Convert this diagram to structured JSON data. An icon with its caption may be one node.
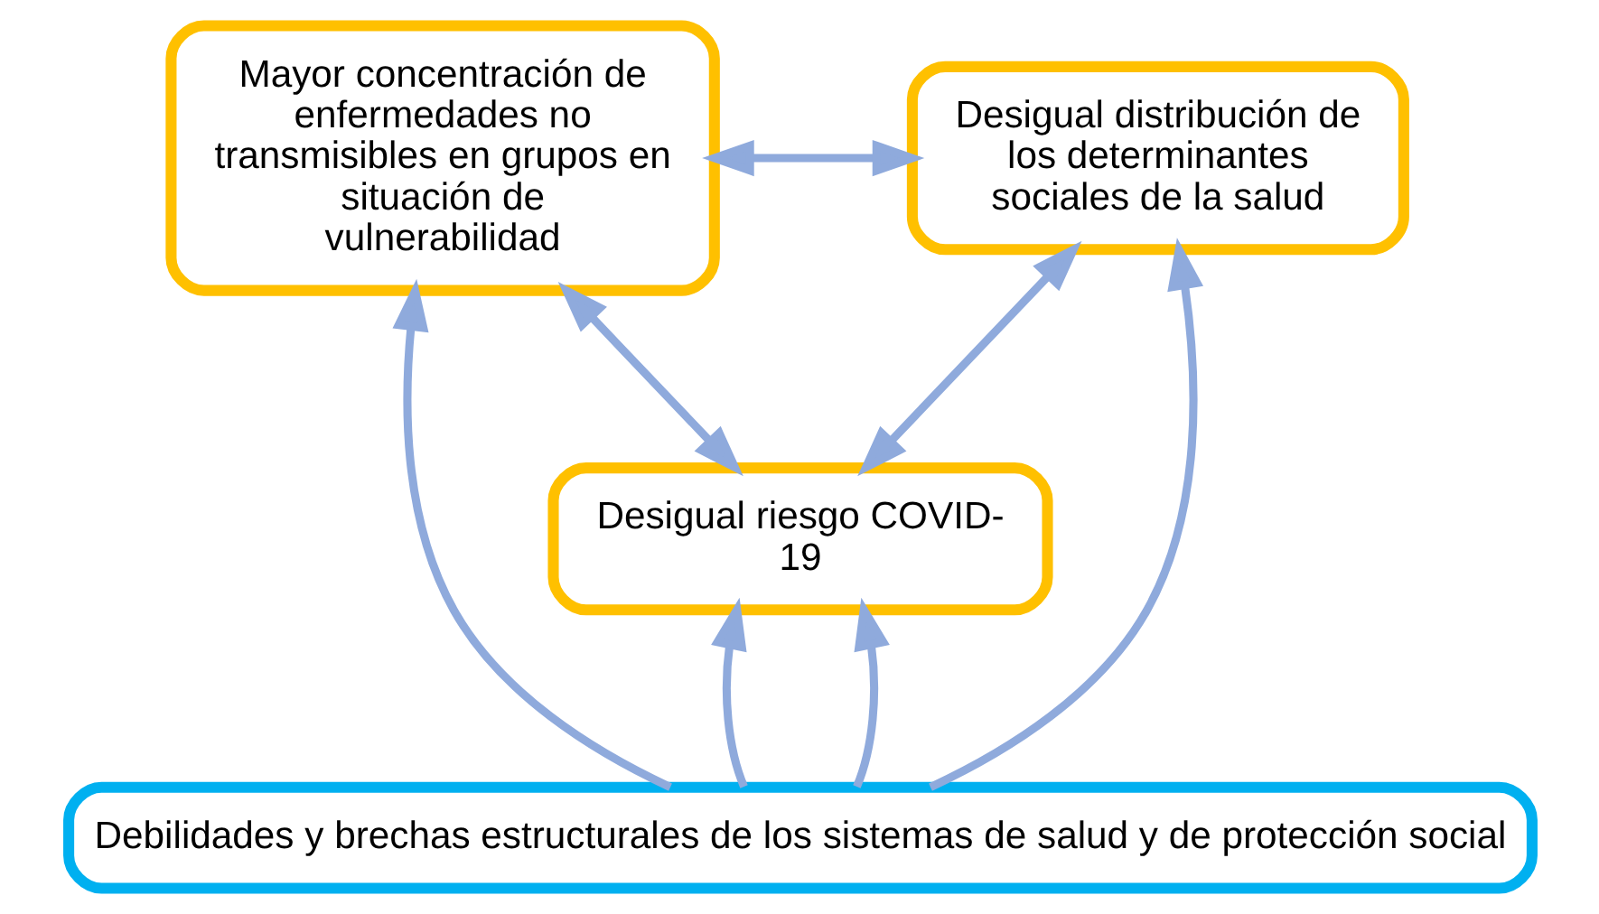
{
  "diagram": {
    "nodes": [
      {
        "text": [
          "Desigual riesgo COVID- 19"
        ]
      },
      {
        "text": [
          "Mayor concentración de enfermedades no transmisibles en grupos en situación de vulnerabilidad"
        ]
      },
      {
        "text": [
          "Desigual distribución de los determinantes sociales de la salud"
        ]
      },
      {
        "text": [
          "Debilidades y brechas estructurales de los sistemas de salud y de protección social"
        ]
      }
    ],
    "edges": [
      {
        "from": 3,
        "to": 0,
        "arrow": "to"
      },
      {
        "from": 1,
        "to": 0,
        "arrow": "both"
      },
      {
        "from": 0,
        "to": 2,
        "arrow": "both"
      },
      {
        "from": 3,
        "to": 0,
        "arrow": "to"
      },
      {
        "from": 1,
        "to": 2,
        "arrow": "both"
      },
      {
        "from": 3,
        "to": 1,
        "arrow": "to"
      },
      {
        "from": 3,
        "to": 2,
        "arrow": "to"
      }
    ]
  }
}
